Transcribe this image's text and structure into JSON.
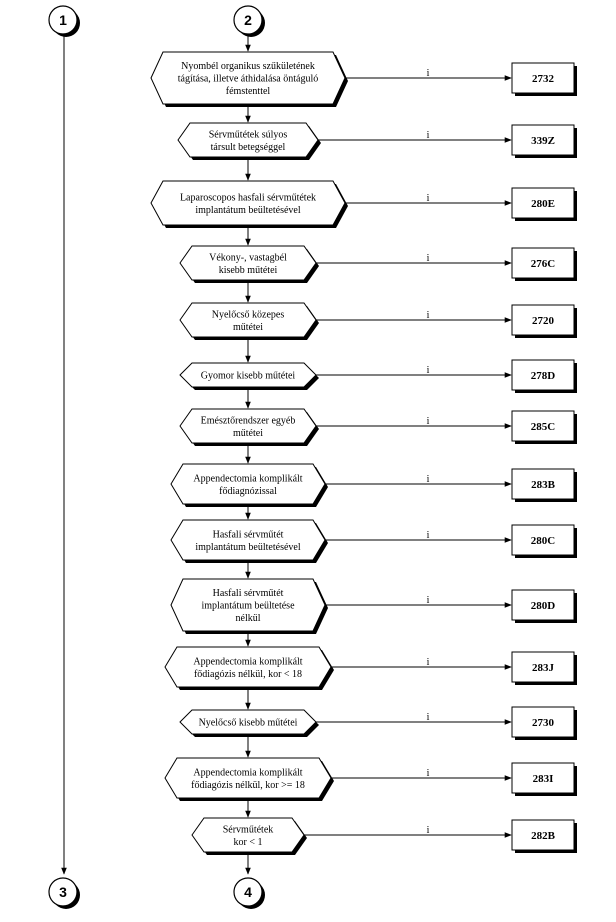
{
  "connectors": {
    "top_left": "1",
    "top_center": "2",
    "bottom_left": "3",
    "bottom_center": "4"
  },
  "branch_label": "i",
  "decisions": [
    {
      "lines": [
        "Nyombél organikus szűkületének",
        "tágítása, illetve áthidalása öntáguló",
        "fémstenttel"
      ],
      "code": "2732"
    },
    {
      "lines": [
        "Sérvműtétek súlyos",
        "társult betegséggel"
      ],
      "code": "339Z"
    },
    {
      "lines": [
        "Laparoscopos hasfali sérvműtétek",
        "implantátum beültetésével"
      ],
      "code": "280E"
    },
    {
      "lines": [
        "Vékony-, vastagbél",
        "kisebb műtétei"
      ],
      "code": "276C"
    },
    {
      "lines": [
        "Nyelőcső közepes",
        "műtétei"
      ],
      "code": "2720"
    },
    {
      "lines": [
        "Gyomor kisebb műtétei"
      ],
      "code": "278D"
    },
    {
      "lines": [
        "Emésztőrendszer egyéb",
        "műtétei"
      ],
      "code": "285C"
    },
    {
      "lines": [
        "Appendectomia komplikált",
        "fődiagnózissal"
      ],
      "code": "283B"
    },
    {
      "lines": [
        "Hasfali sérvműtét",
        "implantátum beültetésével"
      ],
      "code": "280C"
    },
    {
      "lines": [
        "Hasfali sérvműtét",
        "implantátum beültetése",
        "nélkül"
      ],
      "code": "280D"
    },
    {
      "lines": [
        "Appendectomia komplikált",
        "fődiagózis nélkül, kor < 18"
      ],
      "code": "283J"
    },
    {
      "lines": [
        "Nyelőcső kisebb műtétei"
      ],
      "code": "2730"
    },
    {
      "lines": [
        "Appendectomia komplikált",
        "fődiagózis nélkül, kor >= 18"
      ],
      "code": "283I"
    },
    {
      "lines": [
        "Sérvműtétek",
        "kor < 1"
      ],
      "code": "282B"
    }
  ]
}
